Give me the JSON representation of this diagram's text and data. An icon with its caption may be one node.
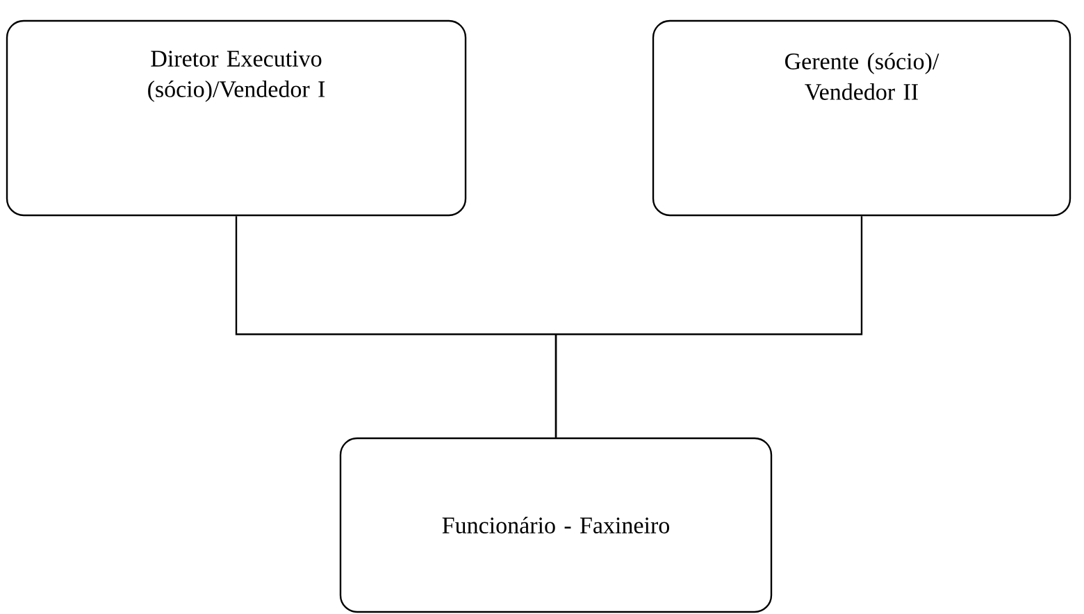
{
  "diagram": {
    "nodes": [
      {
        "text": [
          "Diretor Executivo (sócio)/Vendedor I"
        ]
      },
      {
        "text": [
          "Gerente (sócio)/ Vendedor II"
        ]
      },
      {
        "text": [
          "Funcionário - Faxineiro"
        ]
      }
    ],
    "edges": [
      {
        "from": 0,
        "to": 2,
        "arrow": "none"
      },
      {
        "from": 1,
        "to": 2,
        "arrow": "none"
      }
    ]
  }
}
